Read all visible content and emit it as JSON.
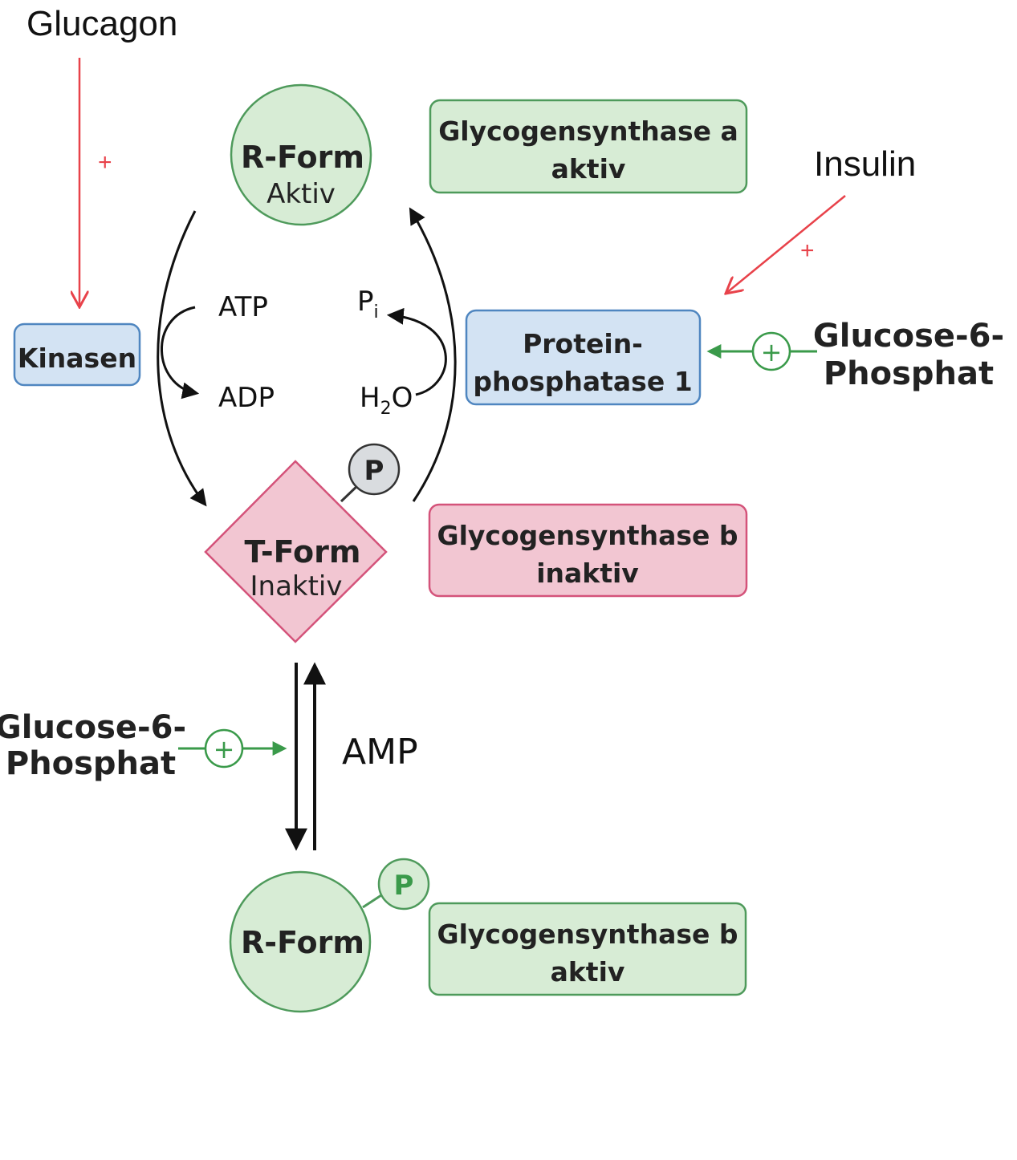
{
  "annotations": {
    "glucagon": "Glucagon",
    "insulin": "Insulin",
    "plus_sign": "+"
  },
  "nodes": {
    "r_form_top": {
      "title": "R-Form",
      "state": "Aktiv"
    },
    "t_form": {
      "title": "T-Form",
      "state": "Inaktiv"
    },
    "r_form_bottom": {
      "title": "R-Form"
    },
    "phosphate_label": "P"
  },
  "boxes": {
    "gs_a": {
      "line1": "Glycogensynthase a",
      "line2": "aktiv"
    },
    "gs_b_inactive": {
      "line1": "Glycogensynthase b",
      "line2": "inaktiv"
    },
    "gs_b_active": {
      "line1": "Glycogensynthase b",
      "line2": "aktiv"
    },
    "kinasen": "Kinasen",
    "pp1": {
      "line1": "Protein-",
      "line2": "phosphatase 1"
    }
  },
  "effectors": {
    "g6p_right": {
      "line1": "Glucose-6-",
      "line2": "Phosphat"
    },
    "g6p_left": {
      "line1": "Glucose-6-",
      "line2": "Phosphat"
    },
    "plus_symbol": "+"
  },
  "reaction_labels": {
    "atp": "ATP",
    "adp": "ADP",
    "pi": "P",
    "pi_sub": "i",
    "h2o_h": "H",
    "h2o_sub": "2",
    "h2o_o": "O",
    "amp": "AMP"
  },
  "colors": {
    "green_fill": "#d7ecd5",
    "green_stroke": "#4e9a5b",
    "pink_fill": "#f2c6d2",
    "pink_stroke": "#d4537a",
    "blue_fill": "#d3e3f3",
    "blue_stroke": "#4f86c0",
    "red_annotation": "#e8424a",
    "green_arrow": "#3a9a4a",
    "black": "#111111",
    "grey_p": "#d9dcdf"
  }
}
